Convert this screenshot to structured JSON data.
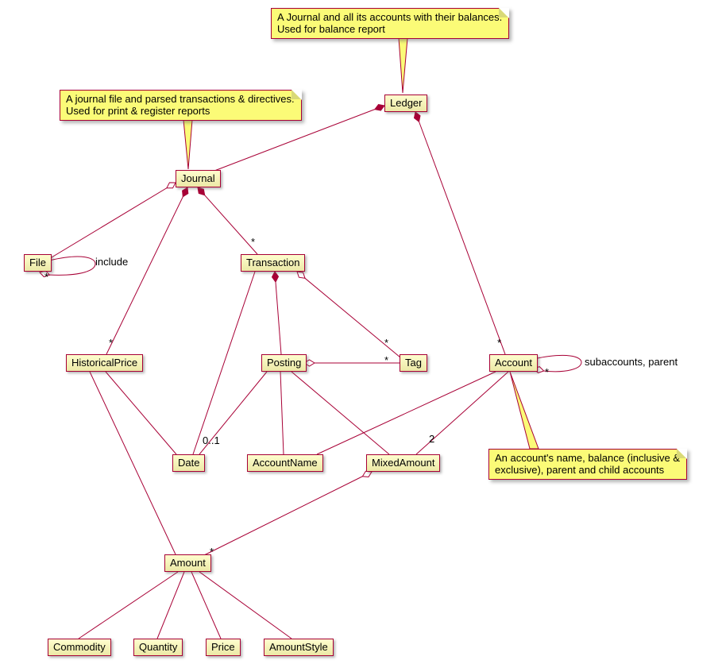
{
  "diagram": {
    "colors": {
      "line": "#A80036",
      "class_bg": "#FEFECE",
      "note_bg": "#FBFB77"
    },
    "classes": {
      "ledger": "Ledger",
      "journal": "Journal",
      "file": "File",
      "transaction": "Transaction",
      "historical_price": "HistoricalPrice",
      "posting": "Posting",
      "tag": "Tag",
      "account": "Account",
      "date": "Date",
      "account_name": "AccountName",
      "mixed_amount": "MixedAmount",
      "amount": "Amount",
      "commodity": "Commodity",
      "quantity": "Quantity",
      "price": "Price",
      "amount_style": "AmountStyle"
    },
    "notes": {
      "ledger": {
        "line1": "A Journal and all its accounts with their balances.",
        "line2": "Used for balance report"
      },
      "journal": {
        "line1": "A journal file and parsed transactions & directives.",
        "line2": "Used for print & register reports"
      },
      "account": {
        "line1": "An account's name, balance (inclusive &",
        "line2": "exclusive), parent and child accounts"
      }
    },
    "edge_labels": {
      "include": "include",
      "subaccounts_parent": "subaccounts, parent"
    },
    "multiplicities": {
      "file_include": "*",
      "journal_transaction": "*",
      "journal_historical_price": "*",
      "transaction_tag": "*",
      "posting_tag": "*",
      "ledger_account": "*",
      "account_subaccounts": "*",
      "posting_date": "0..1",
      "account_mixed_amount": "2",
      "mixed_amount_amount": "*"
    }
  }
}
